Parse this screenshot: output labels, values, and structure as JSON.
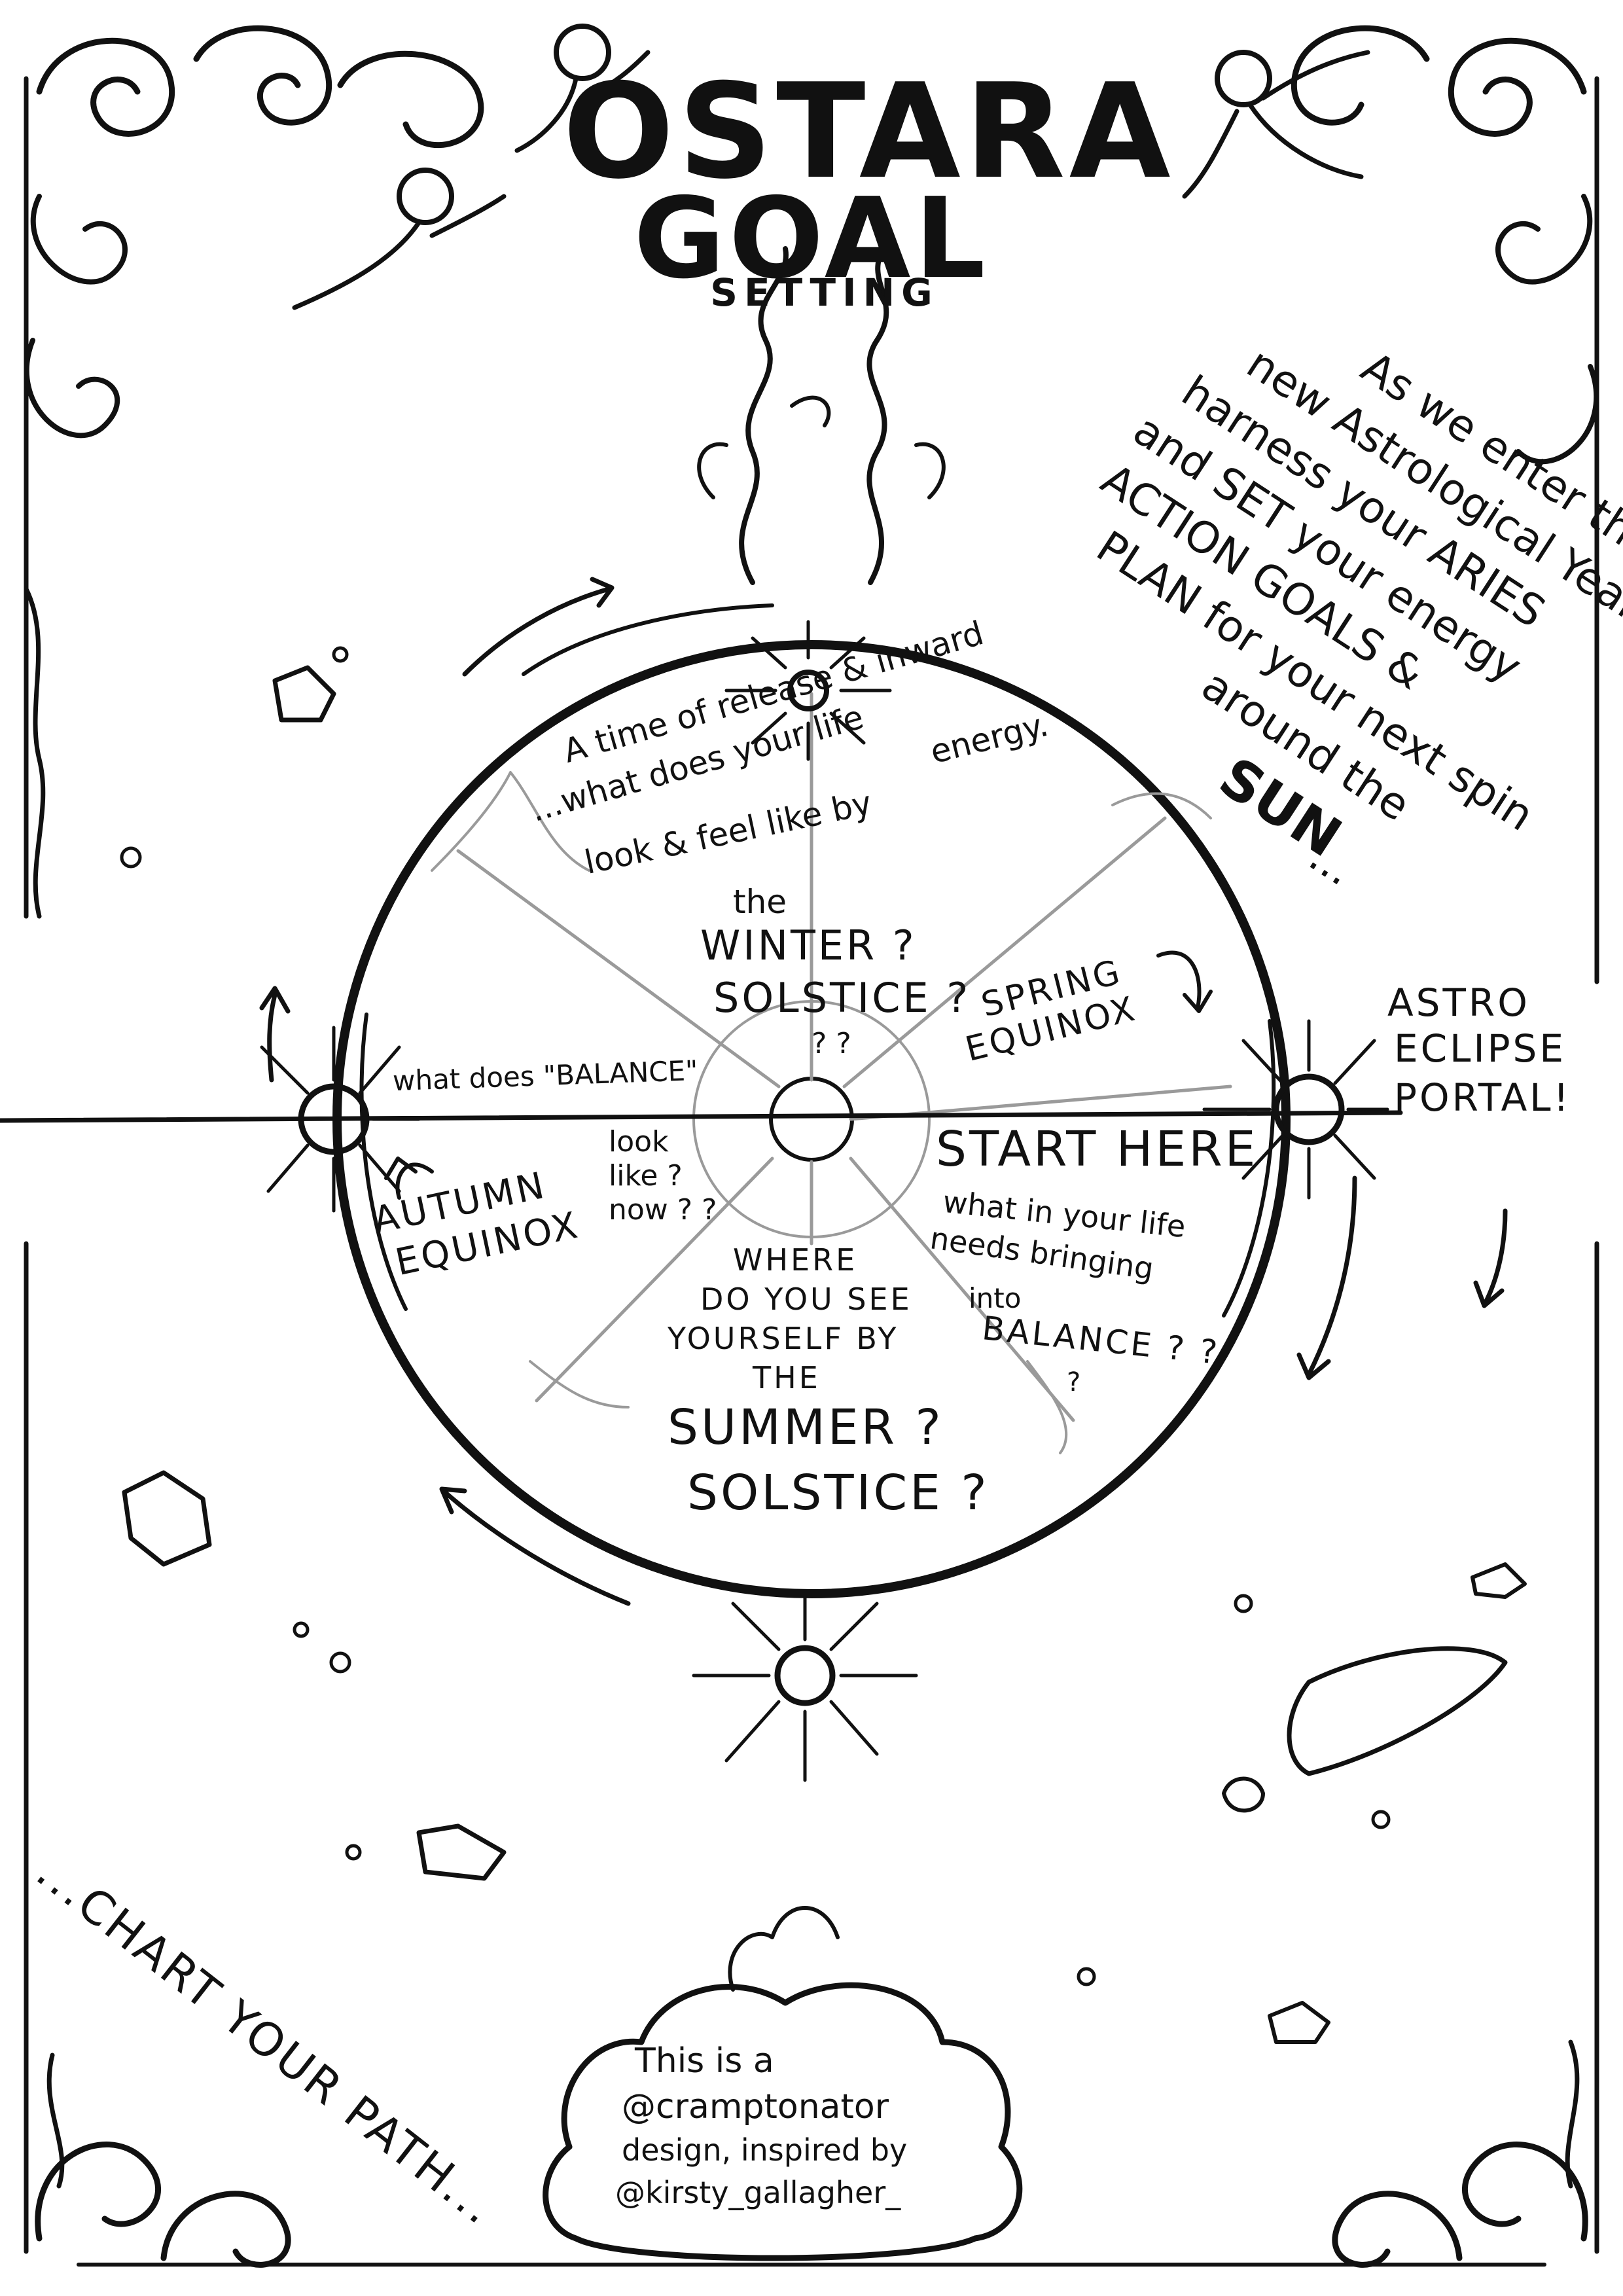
{
  "title": {
    "line1": "OSTARA",
    "line2": "GOAL",
    "line3": "SETTING"
  },
  "intro": {
    "lines": [
      "As we enter the",
      "new Astrological Year,",
      "harness your ARIES",
      "and SET your energy",
      "ACTION GOALS &",
      "PLAN for your next spin",
      "around the",
      "SUN",
      "..."
    ]
  },
  "wheel": {
    "winter": [
      "A time of release & inward",
      "energy.",
      "...what does your life",
      "look & feel like by",
      "the",
      "WINTER ?",
      "SOLSTICE ?",
      "? ?"
    ],
    "spring": [
      "SPRING",
      "EQUINOX"
    ],
    "balance_top": "what does \"BALANCE\"",
    "balance_bottom": [
      "look",
      "like ?",
      "now ? ?"
    ],
    "autumn": [
      "AUTUMN",
      "EQUINOX"
    ],
    "start_here": "START HERE",
    "bringing": [
      "what in your life",
      "needs bringing",
      "into",
      "BALANCE ? ?",
      "?"
    ],
    "summer": [
      "WHERE",
      "DO YOU SEE",
      "YOURSELF BY",
      "THE",
      "SUMMER ?",
      "SOLSTICE ?"
    ]
  },
  "portal": [
    "ASTRO",
    "ECLIPSE",
    "PORTAL!"
  ],
  "chart_path": "...CHART YOUR PATH...",
  "credit": [
    "This is a",
    "@cramptonator",
    "design, inspired by",
    "@kirsty_gallagher_"
  ],
  "colors": {
    "ink": "#111111",
    "pencil": "#9a9a9a",
    "paper": "#ffffff"
  }
}
